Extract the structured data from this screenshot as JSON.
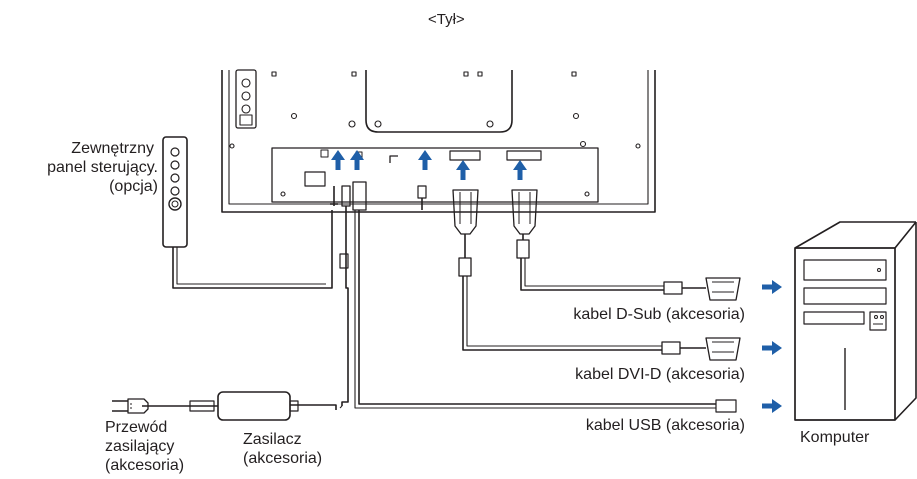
{
  "title": "<Tył>",
  "labels": {
    "external_panel": [
      "Zewnętrzny",
      "panel sterujący.",
      "(opcja)"
    ],
    "dsub_cable": "kabel D-Sub (akcesoria)",
    "dvi_cable": "kabel DVI-D (akcesoria)",
    "usb_cable": "kabel USB (akcesoria)",
    "power_cord": [
      "Przewód",
      "zasilający",
      "(akcesoria)"
    ],
    "adapter": [
      "Zasilacz",
      "(akcesoria)"
    ],
    "computer": "Komputer"
  },
  "colors": {
    "line": "#231f20",
    "arrow": "#1f5fa8",
    "panel_fill": "#ffffff"
  }
}
